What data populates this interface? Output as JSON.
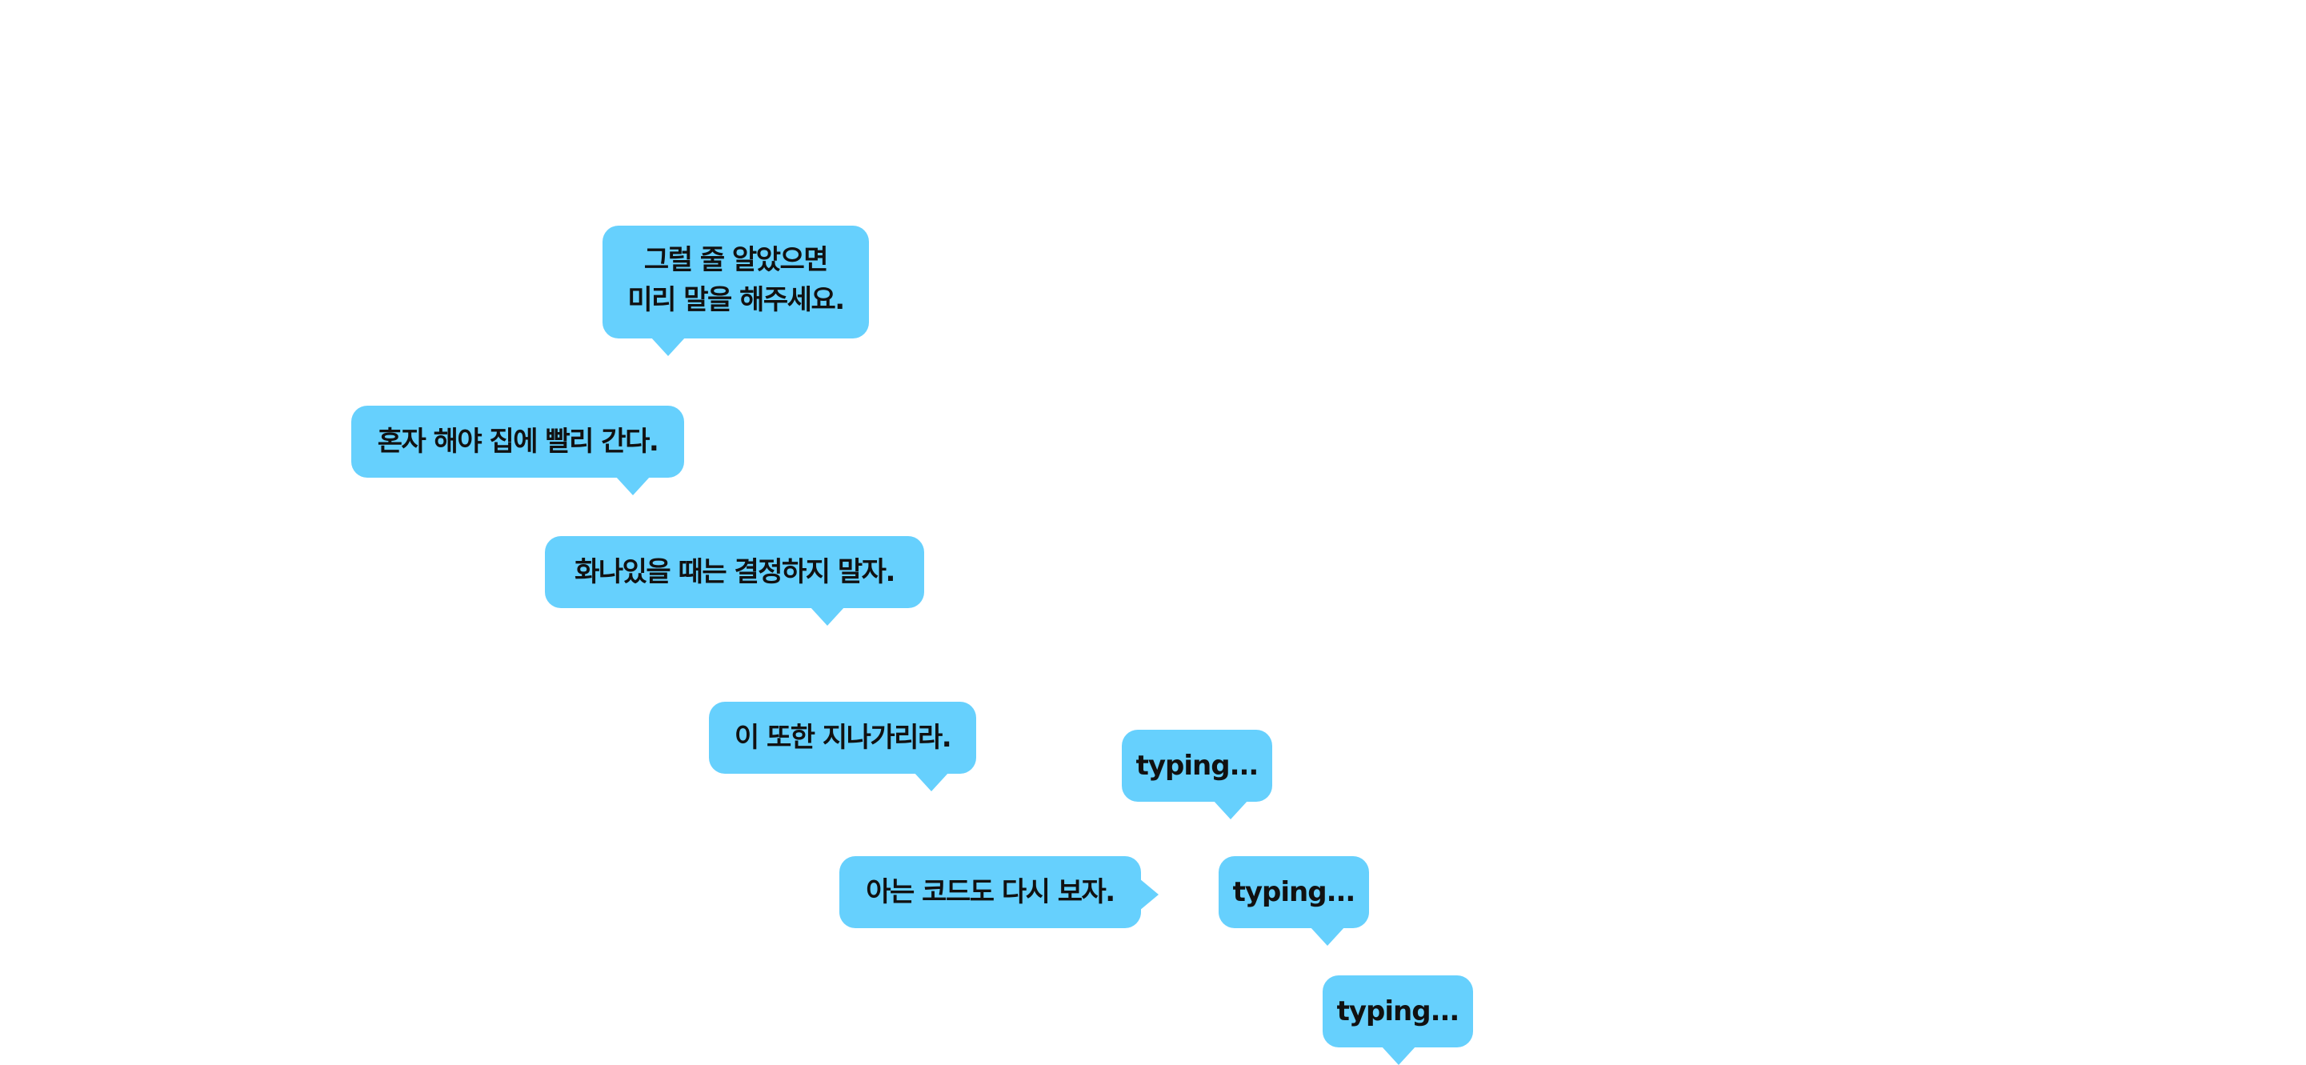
{
  "bubble_color": "#66d0fd",
  "text_color": "#111111",
  "background_color": "#ffffff",
  "bubbles": [
    {
      "lines": [
        "그럴 줄 알았으면",
        "미리 말을 해주세요."
      ],
      "tail": "down"
    },
    {
      "lines": [
        "혼자 해야 집에 빨리 간다."
      ],
      "tail": "down"
    },
    {
      "lines": [
        "화나있을 때는 결정하지 말자."
      ],
      "tail": "down"
    },
    {
      "lines": [
        "이 또한 지나가리라."
      ],
      "tail": "down"
    },
    {
      "lines": [
        "아는 코드도 다시 보자."
      ],
      "tail": "right"
    },
    {
      "lines": [
        "typing..."
      ],
      "tail": "down"
    },
    {
      "lines": [
        "typing..."
      ],
      "tail": "down"
    },
    {
      "lines": [
        "typing..."
      ],
      "tail": "down"
    }
  ]
}
